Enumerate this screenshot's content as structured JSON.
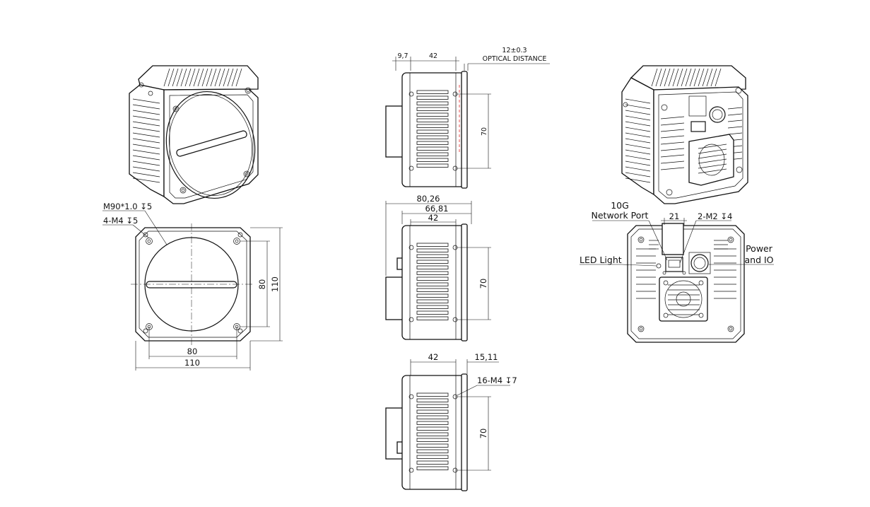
{
  "dimensions": {
    "front_width": "110",
    "front_height": "110",
    "front_hole_pitch_h": "80",
    "front_hole_pitch_v": "80",
    "lens_mount_thread": "M90*1.0 ↧5",
    "front_screw_holes": "4-M4 ↧5",
    "top_front_offset": "9,7",
    "top_body_length": "42",
    "optical_distance_value": "12±0.3",
    "optical_distance_label": "OPTICAL DISTANCE",
    "top_hole_pitch": "70",
    "side_total_length": "80,26",
    "side_length_2": "66,81",
    "side_body_length": "42",
    "side_hole_pitch": "70",
    "bottom_body_length": "42",
    "bottom_rear_offset": "15,11",
    "bottom_screw_holes": "16-M4 ↧7",
    "bottom_hole_pitch": "70",
    "rear_port_width": "21",
    "rear_port_screws": "2-M2 ↧4"
  },
  "labels": {
    "network_port_line1": "10G",
    "network_port_line2": "Network Port",
    "led_light": "LED Light",
    "power_line1": "Power",
    "power_line2": "and IO"
  },
  "colors": {
    "line": "#111111",
    "hidden_line": "#dd2222",
    "background": "#ffffff"
  }
}
